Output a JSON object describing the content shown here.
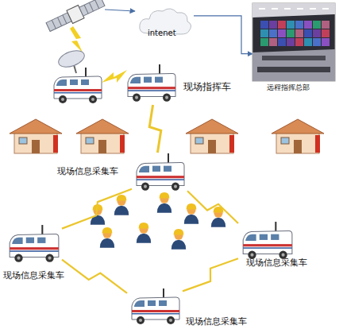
{
  "diagram": {
    "nodes": [
      {
        "text": [
          "intenet"
        ]
      },
      {
        "text": [
          "远程指挥总部"
        ]
      },
      {
        "text": [
          "现场指挥车"
        ]
      },
      {
        "text": [
          "现场信息采集车"
        ]
      },
      {
        "text": [
          "现场信息采集车"
        ]
      },
      {
        "text": [
          "现场信息采集车"
        ]
      },
      {
        "text": [
          "现场信息采集车"
        ]
      }
    ],
    "edges": [
      {
        "from": 0,
        "to": 1,
        "arrow": "to"
      },
      {
        "from": 2,
        "to": 3,
        "arrow": "none"
      },
      {
        "from": 3,
        "to": 4,
        "arrow": "none"
      },
      {
        "from": 3,
        "to": 5,
        "arrow": "none"
      },
      {
        "from": 4,
        "to": 6,
        "arrow": "none"
      },
      {
        "from": 5,
        "to": 6,
        "arrow": "none"
      }
    ]
  }
}
